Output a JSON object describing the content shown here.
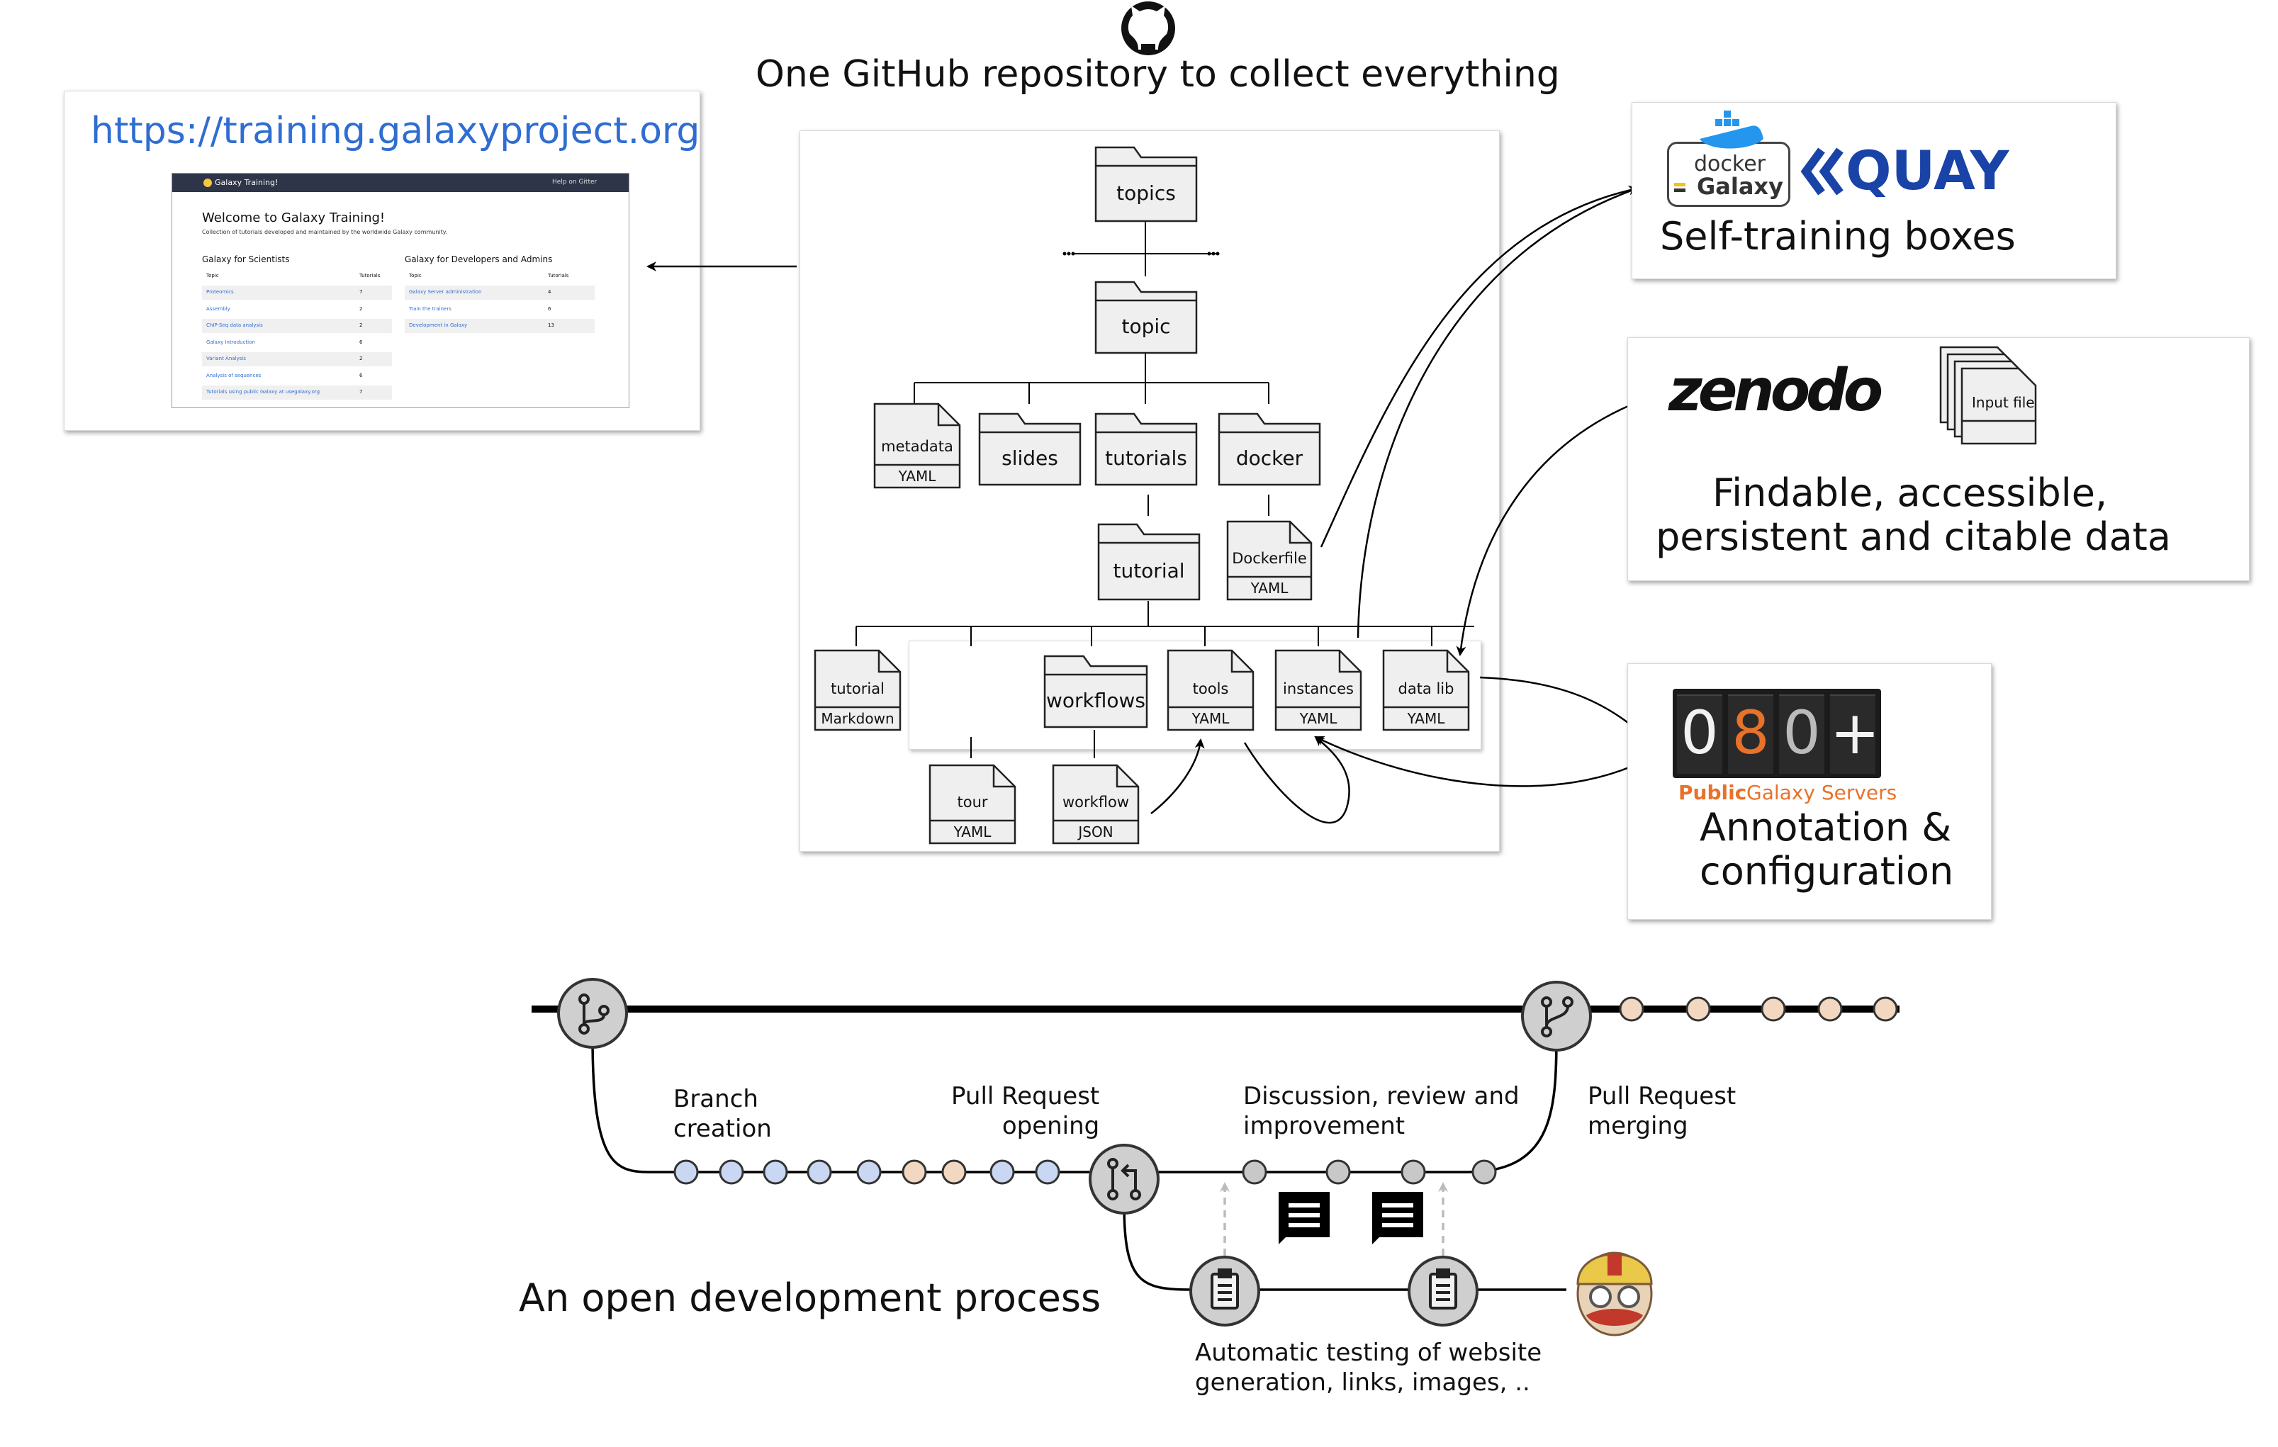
{
  "header": {
    "github_icon": "github-octocat-icon",
    "title": "One GitHub repository to collect everything"
  },
  "website": {
    "url": "https://training.galaxyproject.org",
    "nav_brand": "Galaxy Training!",
    "nav_help": "Help on Gitter",
    "welcome": "Welcome to Galaxy Training!",
    "subtitle": "Collection of tutorials developed and maintained by the worldwide Galaxy community.",
    "scientists": {
      "heading": "Galaxy for Scientists",
      "col_topic": "Topic",
      "col_tutorials": "Tutorials",
      "rows": [
        {
          "topic": "Proteomics",
          "count": "7"
        },
        {
          "topic": "Assembly",
          "count": "2"
        },
        {
          "topic": "ChIP-Seq data analysis",
          "count": "2"
        },
        {
          "topic": "Galaxy Introduction",
          "count": "6"
        },
        {
          "topic": "Variant Analysis",
          "count": "2"
        },
        {
          "topic": "Analysis of sequences",
          "count": "6"
        },
        {
          "topic": "Tutorials using public Galaxy at usegalaxy.org",
          "count": "7"
        }
      ]
    },
    "admins": {
      "heading": "Galaxy for Developers and Admins",
      "col_topic": "Topic",
      "col_tutorials": "Tutorials",
      "rows": [
        {
          "topic": "Galaxy Server administration",
          "count": "4"
        },
        {
          "topic": "Train the trainers",
          "count": "6"
        },
        {
          "topic": "Development in Galaxy",
          "count": "13"
        }
      ]
    }
  },
  "tree": {
    "topics": "topics",
    "dots": "...",
    "topic": "topic",
    "metadata": "metadata",
    "metadata_type": "YAML",
    "slides": "slides",
    "tutorials": "tutorials",
    "docker": "docker",
    "dockerfile": "Dockerfile",
    "dockerfile_type": "YAML",
    "tutorial_folder": "tutorial",
    "tutorial_file": "tutorial",
    "tutorial_file_type": "Markdown",
    "workflows": "workflows",
    "tools": "tools",
    "tools_type": "YAML",
    "instances": "instances",
    "instances_type": "YAML",
    "datalib": "data lib",
    "datalib_type": "YAML",
    "tour": "tour",
    "tour_type": "YAML",
    "workflow": "workflow",
    "workflow_type": "JSON"
  },
  "boxes_panel": {
    "docker_word": "docker",
    "galaxy_word": "Galaxy",
    "quay": "QUAY",
    "caption": "Self-training boxes"
  },
  "zenodo_panel": {
    "logo": "zenodo",
    "input_file": "Input file",
    "caption_line1": "Findable, accessible,",
    "caption_line2": "persistent and citable data"
  },
  "servers_panel": {
    "digits": [
      "0",
      "8",
      "0",
      "+"
    ],
    "public_word": "Public",
    "servers_word": "Galaxy Servers",
    "caption_line1": "Annotation &",
    "caption_line2": "configuration"
  },
  "process": {
    "title": "An open development process",
    "branch_line1": "Branch",
    "branch_line2": "creation",
    "pr_open_line1": "Pull Request",
    "pr_open_line2": "opening",
    "discussion_line1": "Discussion, review and",
    "discussion_line2": "improvement",
    "pr_merge_line1": "Pull Request",
    "pr_merge_line2": "merging",
    "testing_line1": "Automatic testing of website",
    "testing_line2": "generation, links, images, .."
  },
  "colors": {
    "link_blue": "#2f6dd1",
    "commit_blue": "#c9d7f2",
    "commit_peach": "#f2d8c0",
    "commit_gray": "#c8c8c8",
    "accent_orange": "#e8722a",
    "quay_blue": "#1a43a8"
  }
}
